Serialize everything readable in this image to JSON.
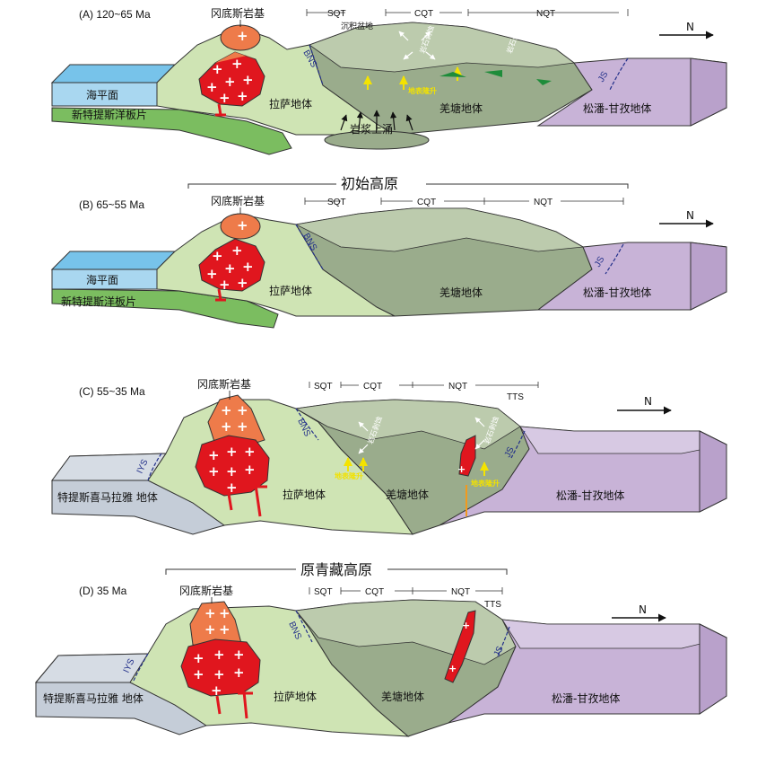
{
  "north_label": "N",
  "panels": [
    {
      "stage": "(A) 120~65 Ma",
      "batholith": "冈底斯岩基",
      "basin": "沉积盆地",
      "sea_level": "海平面",
      "plate": "新特提斯洋板片",
      "lhasa": "拉萨地体",
      "qiangtang": "羌塘地体",
      "songpan": "松潘-甘孜地体",
      "magma": "岩浆上涌",
      "uplift": "地表隆升",
      "erosion_left": "岩石剥蚀",
      "erosion_right": "岩石剥蚀",
      "zone_sqt": "SQT",
      "zone_cqt": "CQT",
      "zone_nqt": "NQT",
      "fault_bns": "BNS",
      "fault_js": "JS"
    },
    {
      "stage": "(B) 65~55 Ma",
      "heading": "初始高原",
      "batholith": "冈底斯岩基",
      "sea_level": "海平面",
      "plate": "新特提斯洋板片",
      "lhasa": "拉萨地体",
      "qiangtang": "羌塘地体",
      "songpan": "松潘-甘孜地体",
      "zone_sqt": "SQT",
      "zone_cqt": "CQT",
      "zone_nqt": "NQT",
      "fault_bns": "BNS",
      "fault_js": "JS"
    },
    {
      "stage": "(C) 55~35 Ma",
      "batholith": "冈底斯岩基",
      "tethys": "特提斯喜马拉雅 地体",
      "lhasa": "拉萨地体",
      "qiangtang": "羌塘地体",
      "songpan": "松潘-甘孜地体",
      "uplift_left": "地表隆升",
      "uplift_right": "地表隆升",
      "erosion_left": "岩石剥蚀",
      "erosion_right": "岩石剥蚀",
      "zone_sqt": "SQT",
      "zone_cqt": "CQT",
      "zone_nqt": "NQT",
      "tts": "TTS",
      "fault_iys": "IYS",
      "fault_bns": "BNS",
      "fault_js": "JS"
    },
    {
      "stage": "(D) 35 Ma",
      "heading": "原青藏高原",
      "batholith": "冈底斯岩基",
      "tethys": "特提斯喜马拉雅 地体",
      "lhasa": "拉萨地体",
      "qiangtang": "羌塘地体",
      "songpan": "松潘-甘孜地体",
      "zone_sqt": "SQT",
      "zone_cqt": "CQT",
      "zone_nqt": "NQT",
      "tts": "TTS",
      "fault_iys": "IYS",
      "fault_bns": "BNS",
      "fault_js": "JS"
    }
  ],
  "colors": {
    "sea": "#a9d7f0",
    "sea_top": "#77c3ea",
    "slab": "#7bbd60",
    "lhasa": "#cfe4b4",
    "qiangtang": "#9aac8c",
    "qiangtang_top": "#bccbad",
    "songpan": "#c8b3d7",
    "songpan_top": "#d7c9e3",
    "granite": "#e0161e",
    "granite_halo": "#ee7b4a",
    "tethys": "#c5cdd8",
    "heading_line": "#333333"
  }
}
